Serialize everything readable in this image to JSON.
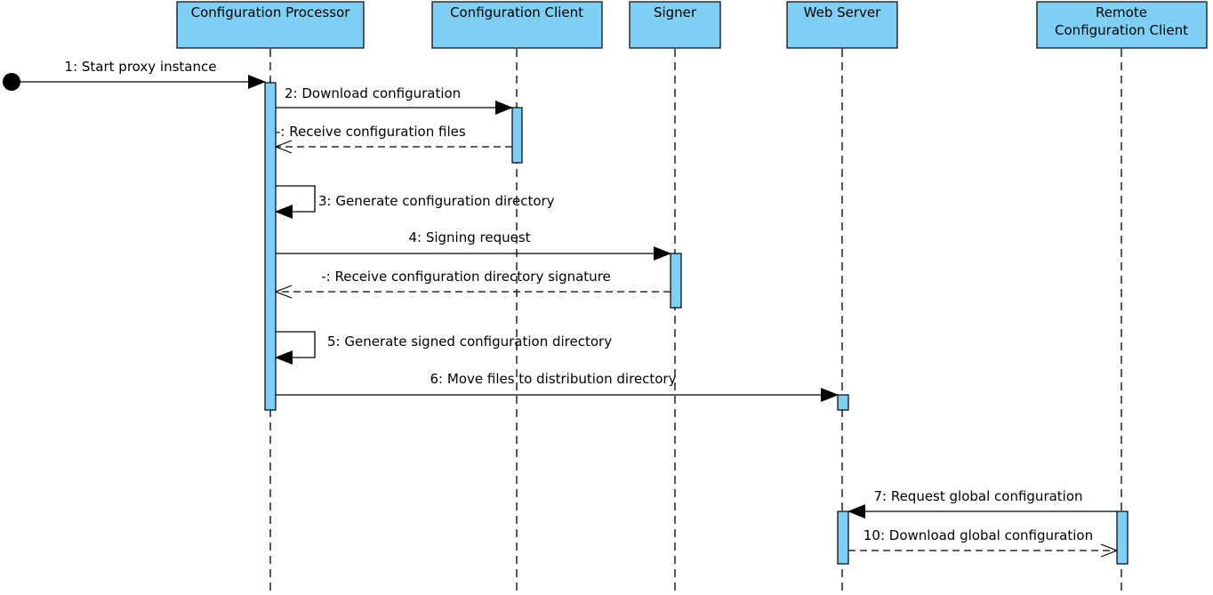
{
  "diagram": {
    "participants": [
      {
        "id": "cp",
        "lines": [
          "Configuration Processor"
        ]
      },
      {
        "id": "cc",
        "lines": [
          "Configuration Client"
        ]
      },
      {
        "id": "sg",
        "lines": [
          "Signer"
        ]
      },
      {
        "id": "ws",
        "lines": [
          "Web Server"
        ]
      },
      {
        "id": "rcc",
        "lines": [
          "Remote",
          "Configuration Client"
        ]
      }
    ],
    "messages": [
      {
        "id": "m1",
        "label": "1: Start proxy instance",
        "from": "start",
        "to": "cp",
        "kind": "sync"
      },
      {
        "id": "m2",
        "label": "2: Download configuration",
        "from": "cp",
        "to": "cc",
        "kind": "sync"
      },
      {
        "id": "m2r",
        "label": "-: Receive configuration files",
        "from": "cc",
        "to": "cp",
        "kind": "return"
      },
      {
        "id": "m3",
        "label": "3: Generate configuration directory",
        "from": "cp",
        "to": "cp",
        "kind": "self"
      },
      {
        "id": "m4",
        "label": "4: Signing request",
        "from": "cp",
        "to": "sg",
        "kind": "sync"
      },
      {
        "id": "m4r",
        "label": "-: Receive configuration directory signature",
        "from": "sg",
        "to": "cp",
        "kind": "return"
      },
      {
        "id": "m5",
        "label": "5: Generate signed configuration directory",
        "from": "cp",
        "to": "cp",
        "kind": "self"
      },
      {
        "id": "m6",
        "label": "6: Move files to distribution directory",
        "from": "cp",
        "to": "ws",
        "kind": "sync"
      },
      {
        "id": "m7",
        "label": "7: Request global configuration",
        "from": "rcc",
        "to": "ws",
        "kind": "sync"
      },
      {
        "id": "m10",
        "label": "10: Download global configuration",
        "from": "ws",
        "to": "rcc",
        "kind": "return"
      }
    ],
    "colors": {
      "box_fill": "#7fcff5",
      "stroke": "#000000",
      "background": "#ffffff"
    }
  }
}
